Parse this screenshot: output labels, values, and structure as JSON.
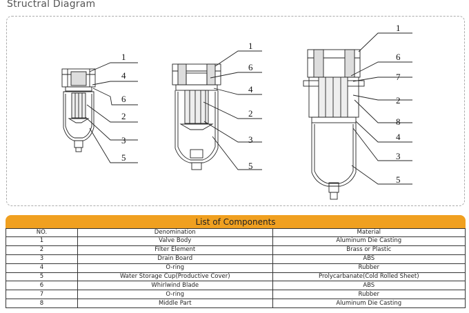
{
  "page": {
    "title": "Structral Diagram"
  },
  "diagrams": {
    "small": {
      "callouts": [
        "1",
        "4",
        "6",
        "2",
        "3",
        "5"
      ]
    },
    "medium": {
      "callouts": [
        "1",
        "6",
        "4",
        "2",
        "3",
        "5"
      ]
    },
    "large": {
      "callouts": [
        "1",
        "6",
        "7",
        "2",
        "8",
        "4",
        "3",
        "5"
      ]
    }
  },
  "components": {
    "heading": "List of Components",
    "columns": [
      "NO.",
      "Denomination",
      "Material"
    ],
    "rows": [
      {
        "no": "1",
        "denomination": "Valve Body",
        "material": "Aluminum Die Casting"
      },
      {
        "no": "2",
        "denomination": "Filter Element",
        "material": "Brass or Plastic"
      },
      {
        "no": "3",
        "denomination": "Drain Board",
        "material": "ABS"
      },
      {
        "no": "4",
        "denomination": "O-ring",
        "material": "Rubber"
      },
      {
        "no": "5",
        "denomination": "Water Storage Cup(Productive Cover)",
        "material": "Prolycarbanate(Cold Rolled Sheet)"
      },
      {
        "no": "6",
        "denomination": "Whirlwind Blade",
        "material": "ABS"
      },
      {
        "no": "7",
        "denomination": "O-ring",
        "material": "Rubber"
      },
      {
        "no": "8",
        "denomination": "Middle Part",
        "material": "Aluminum Die Casting"
      }
    ]
  },
  "colors": {
    "header_bar": "#f0a020",
    "frame": "#aaaaaa"
  }
}
